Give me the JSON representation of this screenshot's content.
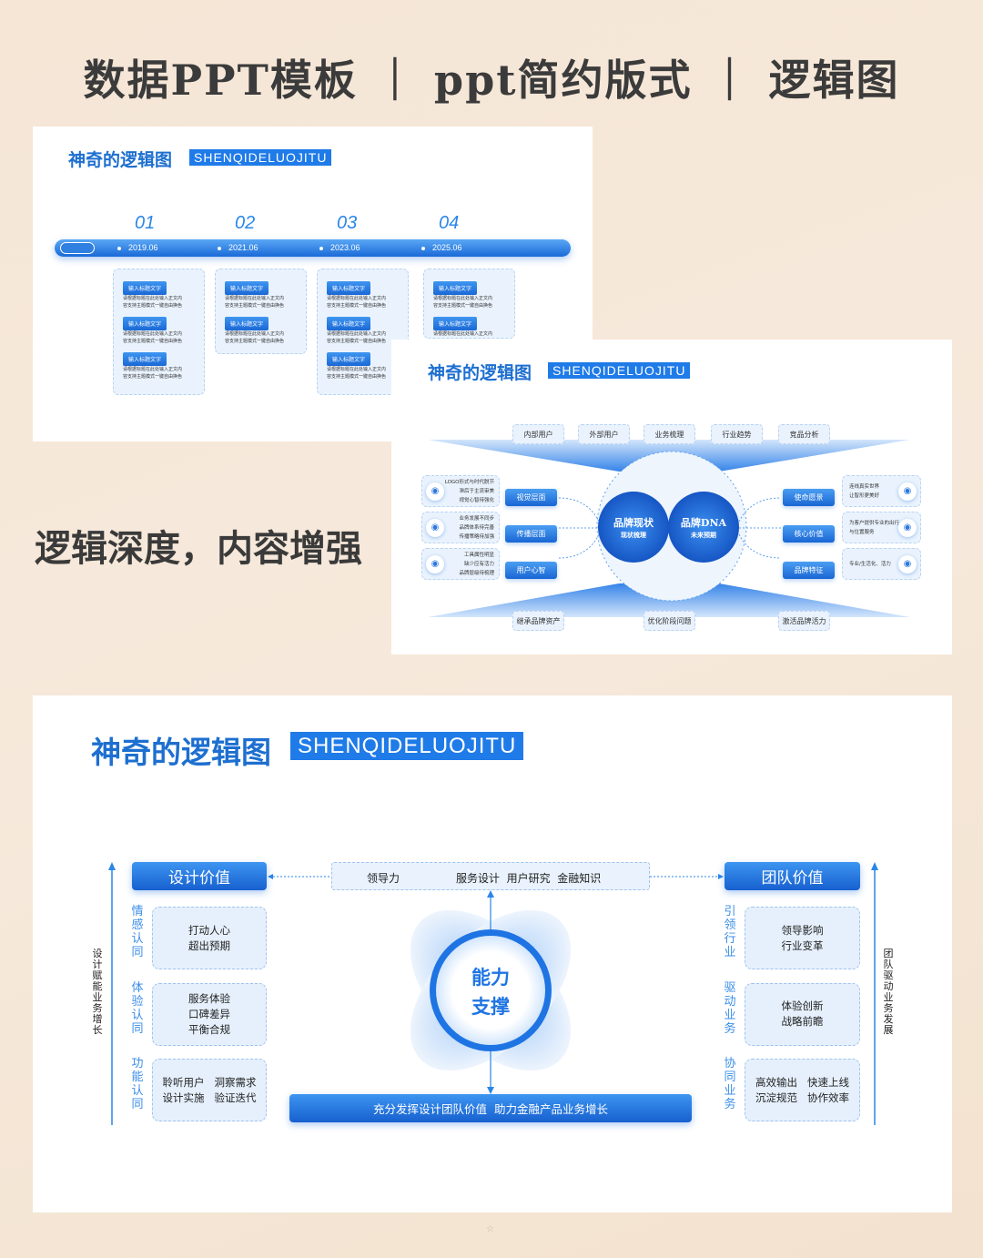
{
  "poster_title": "数据PPT模板 ｜ ppt简约版式 ｜ 逻辑图",
  "slogan": "逻辑深度，内容增强",
  "slide_heading": "神奇的逻辑图",
  "slide_heading_en": "SHENQIDELUOJITU",
  "slide1": {
    "steps": [
      {
        "num": "01",
        "date": "2019.06"
      },
      {
        "num": "02",
        "date": "2021.06"
      },
      {
        "num": "03",
        "date": "2023.06"
      },
      {
        "num": "04",
        "date": "2025.06"
      }
    ],
    "item_title": "输入标题文字",
    "item_text_1": "请根据标题在此处输入正文内",
    "item_text_2": "容支持主题模式一键自由换色"
  },
  "slide2": {
    "top_tags": [
      "内部用户",
      "外部用户",
      "业务梳理",
      "行业趋势",
      "竞品分析"
    ],
    "bottom_tags": [
      "继承品牌资产",
      "优化阶段问题",
      "激活品牌活力"
    ],
    "circle_left": {
      "title": "品牌现状",
      "sub": "现状梳理"
    },
    "circle_right": {
      "title": "品牌DNA",
      "sub": "未来预期"
    },
    "left_pills": [
      "视觉层面",
      "传播层面",
      "用户心智"
    ],
    "left_cards": [
      [
        "LOGO形式与时代脱节",
        "滞后于主流审美",
        "视觉心智待强化"
      ],
      [
        "业务发展不同步",
        "品牌体系待完善",
        "传播策略待加强"
      ],
      [
        "工具属性明显",
        "缺少应有活力",
        "品牌层级待梳理"
      ]
    ],
    "left_icons": [
      "user-icon",
      "monitor-icon",
      "laptop-icon"
    ],
    "right_pills": [
      "使命愿景",
      "核心价值",
      "品牌特征"
    ],
    "right_cards": [
      [
        "连线真实世界",
        "让智形更美好"
      ],
      [
        "为客户提供专业的出行",
        "与位置服务"
      ],
      [
        "专业/生活化、活力"
      ]
    ],
    "right_icons": [
      "user-icon",
      "monitor-icon",
      "laptop-icon"
    ]
  },
  "slide3": {
    "left_header": "设计价值",
    "right_header": "团队价值",
    "top_box": {
      "left": "领导力",
      "right": "服务设计  用户研究  金融知识"
    },
    "left_axis_label": "设计赋能 业务增长",
    "right_axis_label": "团队驱动 业务发展",
    "left_rows": [
      {
        "side": "情感认同",
        "text": "打动人心\n超出预期"
      },
      {
        "side": "体验认同",
        "text": "服务体验\n口碑差异\n平衡合规"
      },
      {
        "side": "功能认同",
        "text": "聆听用户   洞察需求\n设计实施   验证迭代"
      }
    ],
    "right_rows": [
      {
        "side": "引领行业",
        "text": "领导影响\n行业变革"
      },
      {
        "side": "驱动业务",
        "text": "体验创新\n战略前瞻"
      },
      {
        "side": "协同业务",
        "text": "高效输出   快速上线\n沉淀规范   协作效率"
      }
    ],
    "center": [
      "能力",
      "支撑"
    ],
    "bottom_bar": "充分发挥设计团队价值  助力金融产品业务增长"
  },
  "colors": {
    "accent": "#1f7be8",
    "dark_accent": "#1760cf",
    "light_card": "#e6f0fc",
    "background": "#f5e6d6"
  }
}
